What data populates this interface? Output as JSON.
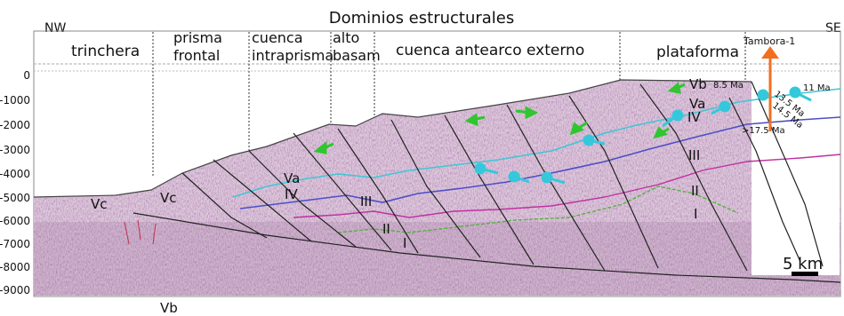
{
  "title_partial": "Dominios estructurales",
  "orientation": {
    "left": "NW",
    "right": "SE"
  },
  "domains": [
    "trinchera",
    "prisma frontal",
    "cuenca intraprisma",
    "alto basam",
    "cuenca antearco externo",
    "plataforma"
  ],
  "depth_ticks": [
    "0",
    "-1000",
    "-2000",
    "-3000",
    "-4000",
    "-5000",
    "-6000",
    "-7000",
    "-8000",
    "-9000"
  ],
  "well": {
    "name": "Tambora-1",
    "color": "#f07020"
  },
  "ages": [
    "8.5 Ma",
    "11 Ma",
    "13.5 Ma",
    "14.5 Ma",
    ">17.5 Ma"
  ],
  "units": {
    "vb_top": "Vb",
    "va": "Va",
    "iv": "IV",
    "iii": "III",
    "ii": "II",
    "i": "I",
    "vc": "Vc",
    "vb_bottom": "Vb"
  },
  "scale_bar": "5 km",
  "colors": {
    "seismic_base": "#d9c4d6",
    "horizon_cyan": "#3fc6d8",
    "horizon_blue": "#4b4fc8",
    "horizon_magenta": "#c030a0",
    "horizon_green": "#55b040",
    "fault_black": "#222222",
    "arrow_green": "#2fc62f",
    "arrow_cyan": "#35c8dc"
  }
}
